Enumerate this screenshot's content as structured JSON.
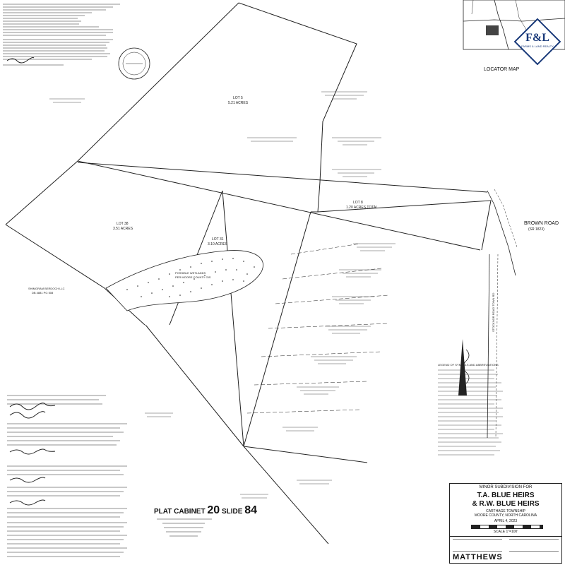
{
  "logo": {
    "text": "F&L",
    "subtitle": "FARMS & LAND REALTY"
  },
  "locator": {
    "label": "LOCATOR MAP"
  },
  "parcels": {
    "lot_main": {
      "name": "LOT 5",
      "acres": "5.21 ACRES"
    },
    "lot_left": {
      "name": "LOT 38",
      "acres": "3.51 ACRES"
    },
    "lot_center": {
      "name": "LOT 31",
      "acres": "3.10 ACRES"
    },
    "lot_right": {
      "name": "LOT 8",
      "acres": "1.20 ACRES TOTAL"
    },
    "wetland": {
      "name": "POSSIBLE WETLANDS",
      "note": "PER MOORE COUNTY GIS"
    }
  },
  "roads": {
    "brown_road": "BROWN ROAD",
    "brown_road_sub": "(SR 1823)",
    "vertical_road": "STOCKNOR ROAD TOWN RD"
  },
  "legend": {
    "title": "LEGEND OF SYMBOLS AND ABBREVIATIONS"
  },
  "plat_cabinet": {
    "prefix": "PLAT CABINET",
    "cabinet": "20",
    "slide_prefix": "SLIDE",
    "slide": "84"
  },
  "title_block": {
    "heading": "MINOR SUBDIVISION FOR",
    "name_line1": "T.A. BLUE HEIRS",
    "name_line2": "& R.W. BLUE HEIRS",
    "township": "CARTHAGE TOWNSHIP",
    "county": "MOORE COUNTY, NORTH CAROLINA",
    "date": "APRIL 4, 2023",
    "scale": "SCALE 1\"=100'",
    "firm": "MATTHEWS"
  },
  "owners_left": {
    "line1": "SHIMGRAM BERDOCH LLC",
    "line2": "DB 4881 PG 508"
  }
}
